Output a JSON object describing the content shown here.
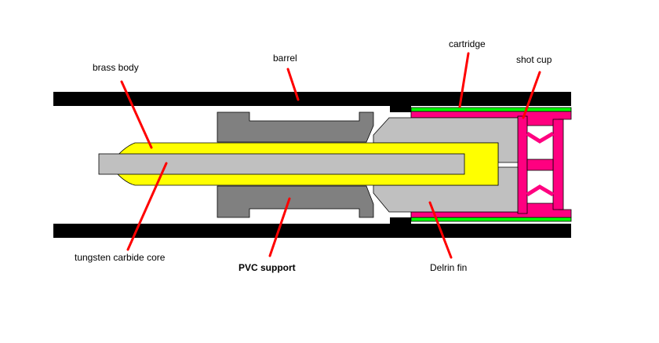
{
  "labels": {
    "brass_body": "brass body",
    "barrel": "barrel",
    "cartridge": "cartridge",
    "shot_cup": "shot cup",
    "tungsten_core": "tungsten carbide core",
    "pvc_support": "PVC support",
    "delrin_fin": "Delrin fin"
  },
  "colors": {
    "barrel": "#000000",
    "pvc_support": "#808080",
    "delrin_fin": "#c0c0c0",
    "brass_body": "#ffff00",
    "tungsten_core": "#c0c0c0",
    "cartridge": "#00ff00",
    "shot_cup": "#ff0080",
    "leader_line": "#ff0000"
  }
}
